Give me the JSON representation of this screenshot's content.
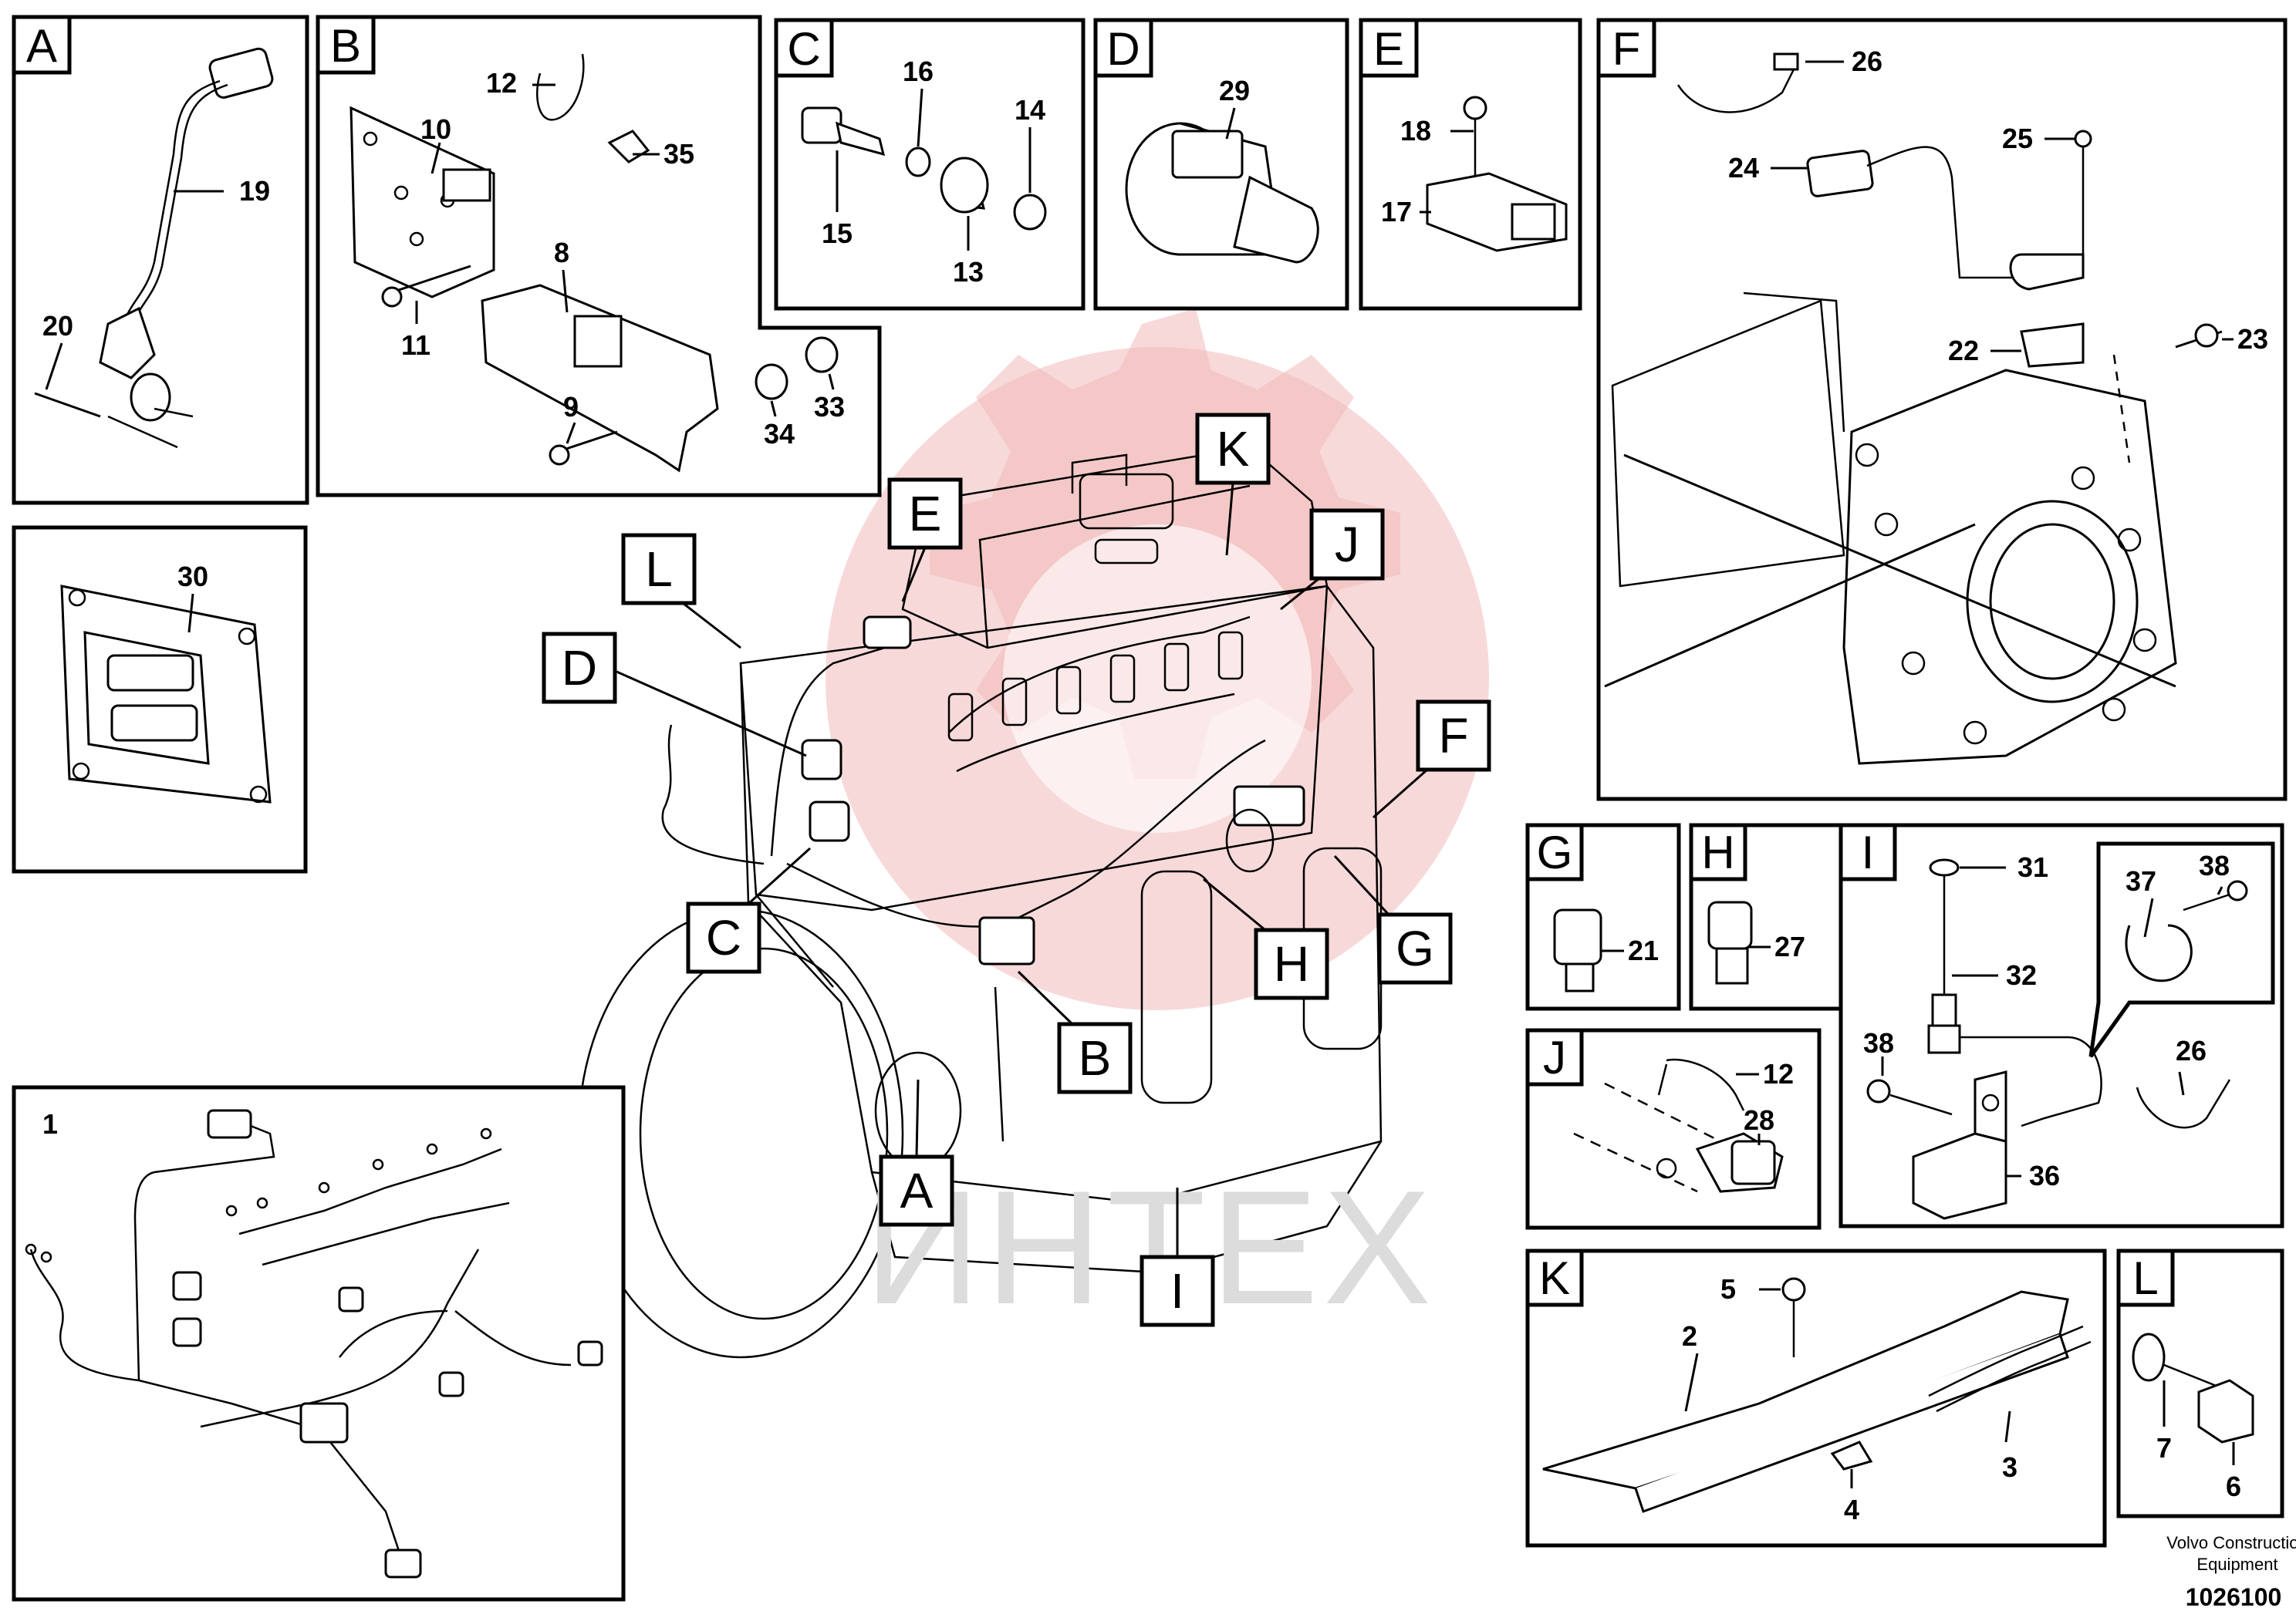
{
  "watermark": {
    "text": "ИНТЕХ"
  },
  "footer": {
    "company_line1": "Volvo Construction",
    "company_line2": "Equipment",
    "drawing_id": "1026100"
  },
  "panels": {
    "A": {
      "label": "A",
      "parts": [
        "19",
        "20"
      ]
    },
    "B": {
      "label": "B",
      "parts": [
        "12",
        "35",
        "10",
        "8",
        "11",
        "9",
        "34",
        "33"
      ]
    },
    "C": {
      "label": "C",
      "parts": [
        "16",
        "14",
        "15",
        "13"
      ]
    },
    "D": {
      "label": "D",
      "parts": [
        "29"
      ]
    },
    "E": {
      "label": "E",
      "parts": [
        "18",
        "17"
      ]
    },
    "F": {
      "label": "F",
      "parts": [
        "26",
        "25",
        "24",
        "22",
        "23"
      ]
    },
    "ecu": {
      "label": "",
      "parts": [
        "30"
      ]
    },
    "harness": {
      "label": "1",
      "parts": []
    },
    "G": {
      "label": "G",
      "parts": [
        "21"
      ]
    },
    "H": {
      "label": "H",
      "parts": [
        "27"
      ]
    },
    "I": {
      "label": "I",
      "parts": [
        "31",
        "37",
        "38",
        "32",
        "38",
        "26",
        "36"
      ]
    },
    "J": {
      "label": "J",
      "parts": [
        "12",
        "28"
      ]
    },
    "K": {
      "label": "K",
      "parts": [
        "5",
        "2",
        "3",
        "4"
      ]
    },
    "L": {
      "label": "L",
      "parts": [
        "7",
        "6"
      ]
    }
  },
  "callouts": [
    "E",
    "K",
    "L",
    "J",
    "D",
    "F",
    "C",
    "H",
    "G",
    "B",
    "A",
    "I"
  ]
}
